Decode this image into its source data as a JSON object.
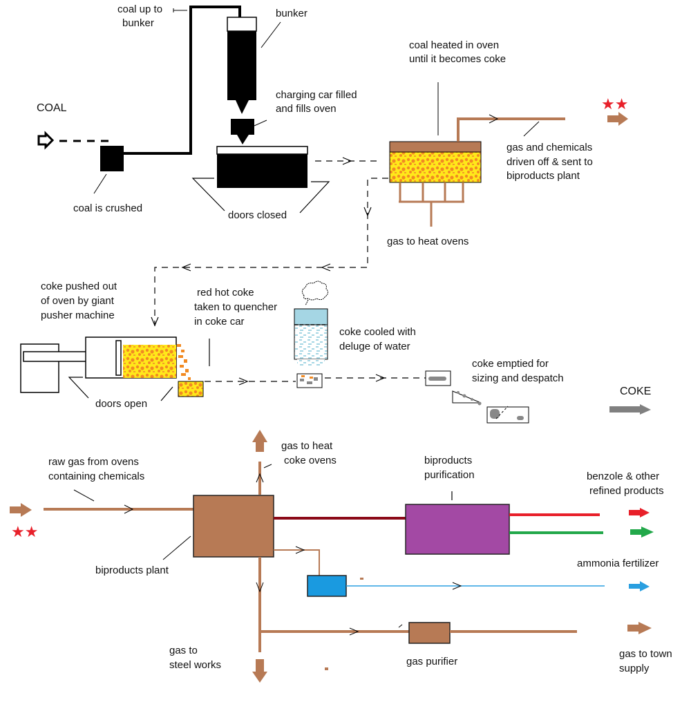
{
  "title": "Coke oven and biproducts process flow",
  "colors": {
    "brown": "#b77a55",
    "black": "#000000",
    "oven_yellow": "#ffe81a",
    "oven_orange": "#f28a22",
    "water_blue": "#a5d6e4",
    "purple": "#a349a4",
    "blue_box": "#1a9ae0",
    "dark_red": "#8b0a18",
    "red": "#e8202a",
    "green": "#22a84a",
    "light_blue": "#2a9fe0",
    "coke_grey": "#888888",
    "star_red": "#e8202a"
  },
  "labels": {
    "coal": "COAL",
    "coal_up_line1": "coal up to",
    "coal_up_line2": "bunker",
    "bunker": "bunker",
    "charging_line1": "charging car filled",
    "charging_line2": "and fills oven",
    "coal_crushed": "coal is crushed",
    "doors_closed": "doors closed",
    "coal_heated_line1": "coal heated in oven",
    "coal_heated_line2": "until it becomes coke",
    "gas_chem_line1": "gas and chemicals",
    "gas_chem_line2": "driven off & sent to",
    "gas_chem_line3": "biproducts plant",
    "gas_heat_ovens": "gas to heat ovens",
    "pushed_line1": "coke pushed out",
    "pushed_line2": "of oven by giant",
    "pushed_line3": "pusher machine",
    "redhot_line1": "red hot coke",
    "redhot_line2": "taken to quencher",
    "redhot_line3": "in coke car",
    "cooled_line1": "coke cooled with",
    "cooled_line2": "deluge of water",
    "doors_open": "doors open",
    "emptied_line1": "coke emptied for",
    "emptied_line2": "sizing and despatch",
    "coke": "COKE",
    "raw_gas_line1": "raw gas from ovens",
    "raw_gas_line2": "containing chemicals",
    "biproducts_plant": "biproducts plant",
    "gas_heat_coke_line1": "gas to heat",
    "gas_heat_coke_line2": "coke ovens",
    "purif_line1": "biproducts",
    "purif_line2": "purification",
    "benzole_line1": "benzole & other",
    "benzole_line2": "refined products",
    "ammonia": "ammonia fertilizer",
    "steel_line1": "gas to",
    "steel_line2": "steel works",
    "gas_purifier": "gas purifier",
    "town_line1": "gas to town",
    "town_line2": "supply"
  },
  "connector_symbol": "★★"
}
